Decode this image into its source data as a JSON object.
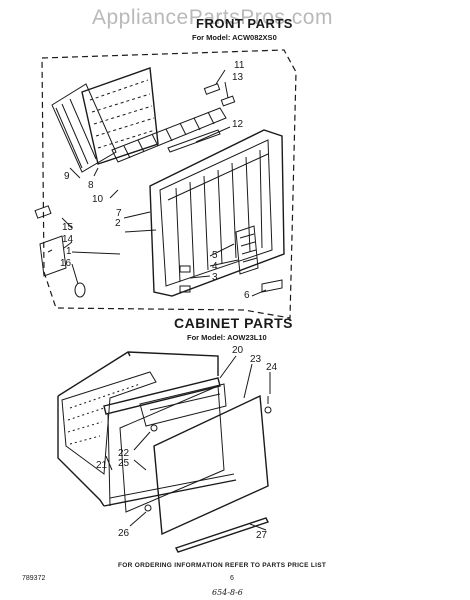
{
  "watermark": "AppliancePartsPros.com",
  "front_section": {
    "title": "FRONT PARTS",
    "model": "For Model: ACW082XS0"
  },
  "cabinet_section": {
    "title": "CABINET PARTS",
    "model": "For Model: AOW23L10"
  },
  "callouts": {
    "n1": "1",
    "n2": "2",
    "n3": "3",
    "n4": "4",
    "n5": "5",
    "n6": "6",
    "n7": "7",
    "n8": "8",
    "n9": "9",
    "n10": "10",
    "n11": "11",
    "n12": "12",
    "n13": "13",
    "n14": "14",
    "n15": "15",
    "n16": "16",
    "n20": "20",
    "n21": "21",
    "n22": "22",
    "n23": "23",
    "n24": "24",
    "n25": "25",
    "n26": "26",
    "n27": "27"
  },
  "footer": {
    "ordering_note": "FOR ORDERING INFORMATION REFER TO PARTS PRICE LIST",
    "doc_number": "789372",
    "page_number": "6",
    "handwritten_note": "654-8-6"
  }
}
